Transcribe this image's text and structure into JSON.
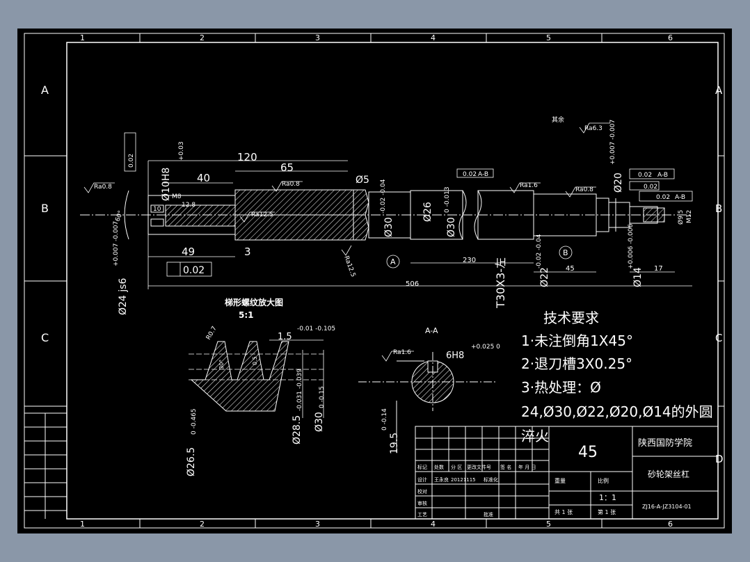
{
  "colors": {
    "background": "#8a97a8",
    "sheet": "#000000",
    "lines": "#ffffff",
    "hatch": "#ffffff"
  },
  "grid": {
    "columns": [
      "1",
      "2",
      "3",
      "4",
      "5",
      "6"
    ],
    "rows_left": [
      "A",
      "B",
      "C"
    ],
    "rows_right": [
      "A",
      "B",
      "C",
      "D"
    ]
  },
  "title_block": {
    "material": "45",
    "school": "陕西国防学院",
    "part_name": "砂轮架丝杠",
    "drawing_no": "ZJ16-A-JZ3104-01",
    "scale_label": "比例",
    "scale": "1：1",
    "weight_label": "重量",
    "sheet_total": "共 1 张",
    "sheet_num": "第 1 张",
    "row_marker": "标记",
    "row_count": "处数",
    "row_zone": "分 区",
    "row_change": "更改文件号",
    "row_sign": "签 名",
    "row_date": "年 月 日",
    "designer_label": "设计",
    "designer": "王永良",
    "design_date": "20121115",
    "standardize": "标准化",
    "check_label": "校对",
    "review_label": "审核",
    "process_label": "工艺",
    "approve_label": "批准"
  },
  "technical_requirements": {
    "title": "技术要求",
    "items": [
      "1·未注倒角1X45°",
      "2·退刀槽3X0.25°",
      "3·热处理：Ø",
      "24,Ø30,Ø22,Ø20,Ø14的外圆",
      "淬火"
    ]
  },
  "dimensions": {
    "d120": "120",
    "d65": "65",
    "d40": "40",
    "d49": "49",
    "d3": "3",
    "d506": "506",
    "d230": "230",
    "d45": "45",
    "d17": "17",
    "d5": "Ø5",
    "d10h8": "Ø10H8",
    "d10h8_tol": "+0.03",
    "d24js6": "Ø24 js6",
    "d24_tol": "+0.007 -0.007",
    "d30a": "Ø30",
    "d30a_tol": "-0.02 -0.04",
    "d26": "Ø26",
    "d30b": "Ø30",
    "d30b_tol": "0 -0.013",
    "d22": "Ø22",
    "d22_tol": "-0.02 -0.04",
    "d20": "Ø20",
    "d20_tol": "+0.007 -0.007",
    "d14": "Ø14",
    "d14_tol": "+0.006 -0.006",
    "thread": "T30X3-左",
    "d9_5": "Ø9.5",
    "m12": "M12",
    "d10": "10",
    "m8": "M8",
    "depth12": "12.8",
    "runout1": "0.02",
    "runout_box": "0.02",
    "ref_ab": "A-B",
    "ref_a": "A",
    "ref_b": "B",
    "ra08": "Ra0.8",
    "ra125": "Ra12.5",
    "ra16": "Ra1.6",
    "ra63": "Ra6.3",
    "ra_rest": "其余",
    "angle60": "60°"
  },
  "detail_view": {
    "title": "梯形螺纹放大图",
    "scale": "5:1",
    "pitch": "1.5",
    "pitch_tol": "-0.01 -0.105",
    "d28_5": "Ø28.5",
    "d28_tol": "-0.031 -0.039",
    "d30": "Ø30",
    "d30_tol": "0 -0.15",
    "d26_5": "Ø26.5",
    "d26_tol": "0 -0.465",
    "r": "R0.7",
    "ang": "30°",
    "w": "0.5"
  },
  "section_view": {
    "title": "A-A",
    "key": "6H8",
    "key_tol": "+0.025 0",
    "depth": "19.5",
    "depth_tol": "0 -0.14",
    "ra": "Ra1.6"
  }
}
